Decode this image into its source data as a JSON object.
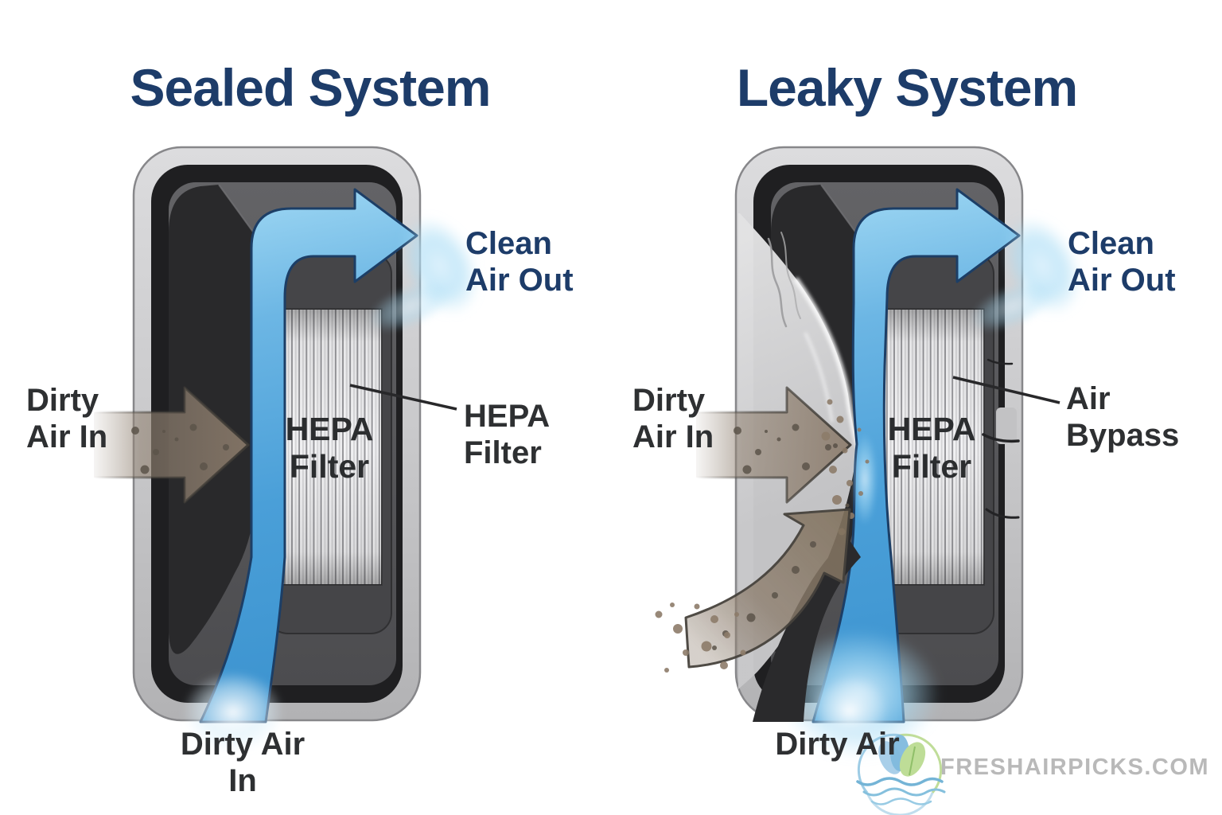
{
  "diagram": {
    "sealed": {
      "title": "Sealed System",
      "labels": {
        "clean_air_out_line1": "Clean",
        "clean_air_out_line2": "Air Out",
        "dirty_air_in_line1": "Dirty",
        "dirty_air_in_line2": "Air In",
        "filter_surface_line1": "HEPA",
        "filter_surface_line2": "Filter",
        "filter_callout_line1": "HEPA",
        "filter_callout_line2": "Filter",
        "bottom_inlet_line1": "Dirty Air",
        "bottom_inlet_line2": "In"
      }
    },
    "leaky": {
      "title": "Leaky System",
      "labels": {
        "clean_air_out_line1": "Clean",
        "clean_air_out_line2": "Air Out",
        "dirty_air_in_line1": "Dirty",
        "dirty_air_in_line2": "Air In",
        "filter_surface_line1": "HEPA",
        "filter_surface_line2": "Filter",
        "bypass_callout_line1": "Air",
        "bypass_callout_line2": "Bypass",
        "bottom_inlet": "Dirty Air"
      }
    },
    "watermark": {
      "site_text": "FRESHAIRPICKS.COM",
      "logo": "freshairpicks-leaf-water-logo"
    },
    "colors": {
      "title_navy": "#1d3c69",
      "label_charcoal": "#2e3032",
      "clean_air_blue": "#4a9fd8",
      "clean_air_outline_navy": "#1c3e66",
      "dirty_air_brown": "#8d7c6a",
      "housing_shell_gray": "#c9c9cb",
      "housing_rim_dark": "#1f1f21",
      "housing_interior_gray": "#57575a",
      "chamber_dark": "#29292b",
      "filter_pleat_white": "#ededef",
      "leak_path_gray": "#d6d6d8",
      "watermark_gray": "#b9b9b9"
    }
  }
}
